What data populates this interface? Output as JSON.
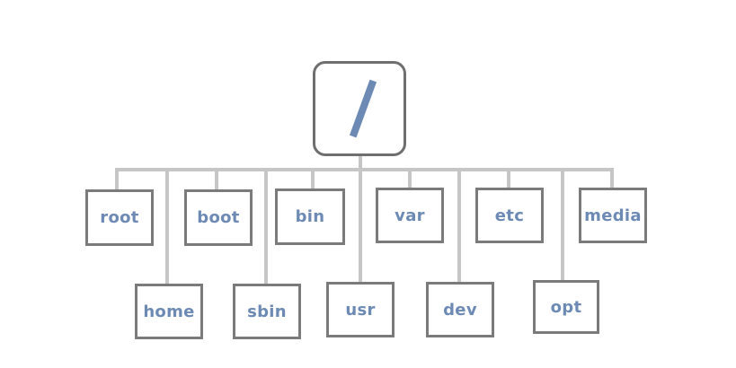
{
  "diagram": {
    "root": {
      "label": "/"
    },
    "children": [
      {
        "id": "root",
        "label": "root"
      },
      {
        "id": "home",
        "label": "home"
      },
      {
        "id": "boot",
        "label": "boot"
      },
      {
        "id": "sbin",
        "label": "sbin"
      },
      {
        "id": "bin",
        "label": "bin"
      },
      {
        "id": "usr",
        "label": "usr"
      },
      {
        "id": "var",
        "label": "var"
      },
      {
        "id": "dev",
        "label": "dev"
      },
      {
        "id": "etc",
        "label": "etc"
      },
      {
        "id": "opt",
        "label": "opt"
      },
      {
        "id": "media",
        "label": "media"
      }
    ]
  },
  "colors": {
    "label": "#6d8ab5",
    "border": "#7b7b7b",
    "connector": "#c6c6c6"
  }
}
